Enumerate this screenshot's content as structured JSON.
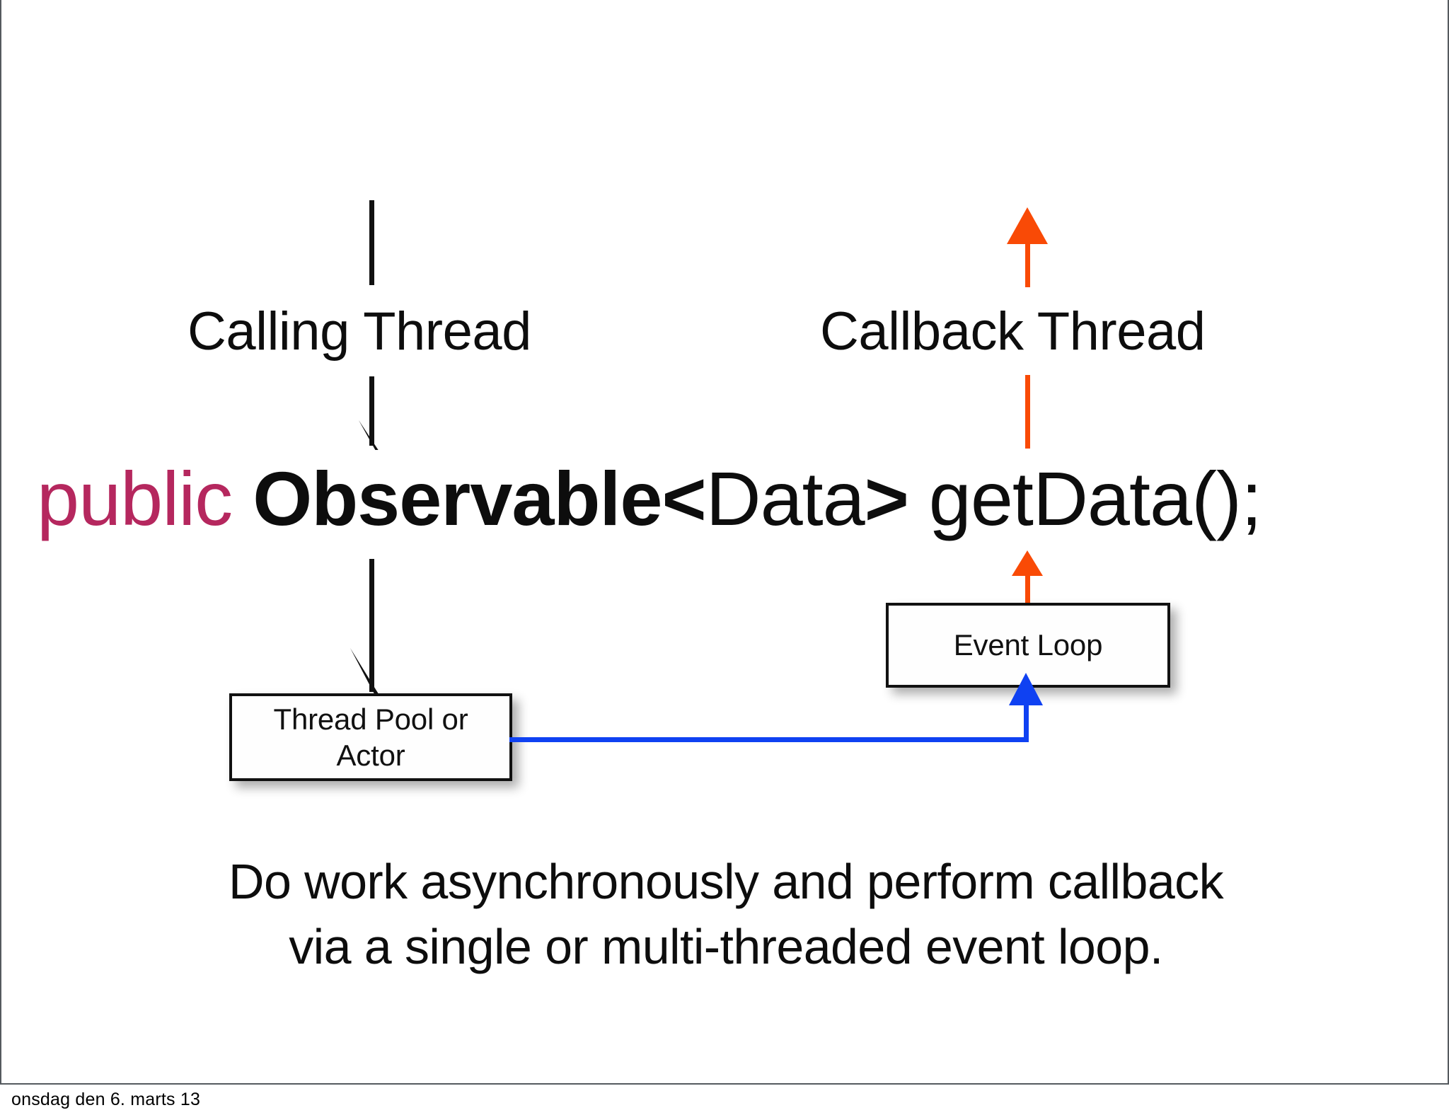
{
  "slide": {
    "labels": {
      "calling_thread": "Calling Thread",
      "callback_thread": "Callback Thread"
    },
    "signature": {
      "modifier": "public ",
      "type_name": "Observable",
      "generic_open": "<",
      "generic_arg": "Data",
      "generic_close": ">",
      "method": " getData();"
    },
    "nodes": {
      "thread_pool": "Thread Pool or\nActor",
      "event_loop": "Event Loop"
    },
    "caption": "Do work asynchronously and perform callback\nvia a single or multi-threaded event loop."
  },
  "footer": {
    "text": "onsdag den 6. marts 13"
  },
  "colors": {
    "modifier_keyword": "#b5275e",
    "callback_thread_arrow": "#f94a06",
    "event_loop_connector": "#0f41f2",
    "calling_thread_arrow": "#111111",
    "text": "#0d0d0d",
    "slide_border": "#555a5f"
  },
  "icons": {
    "calling_thread_arrow": "arrow-down-icon",
    "callback_thread_arrow": "arrow-up-icon",
    "event_loop_connector_arrow": "arrow-up-icon"
  }
}
